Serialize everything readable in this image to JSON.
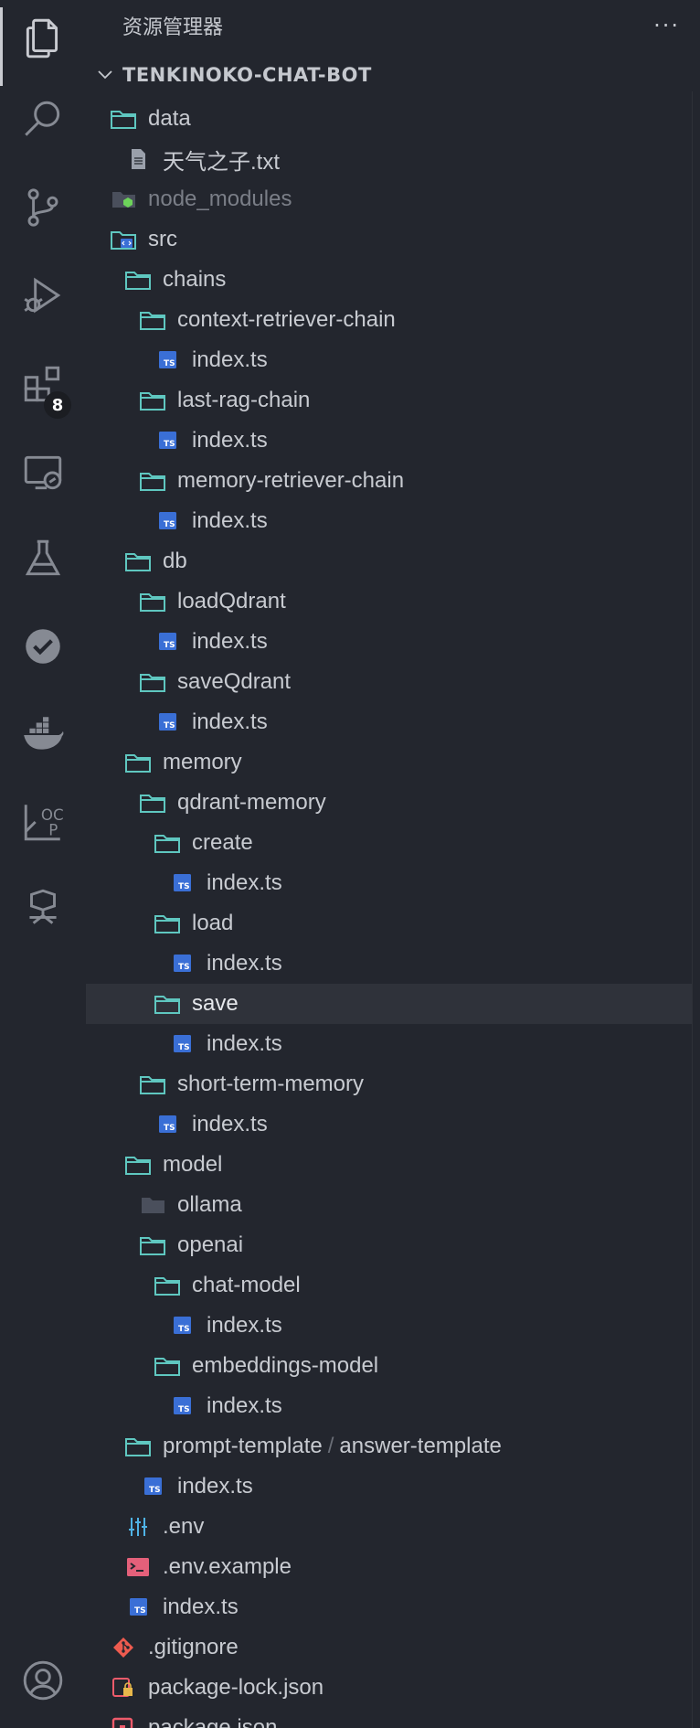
{
  "activity_bar": {
    "items": [
      {
        "icon": "files-icon",
        "active": true
      },
      {
        "icon": "search-icon"
      },
      {
        "icon": "source-control-icon"
      },
      {
        "icon": "run-debug-icon"
      },
      {
        "icon": "extensions-icon",
        "badge": "8"
      },
      {
        "icon": "remote-explorer-icon"
      },
      {
        "icon": "testing-icon"
      },
      {
        "icon": "check-circle-icon"
      },
      {
        "icon": "docker-icon"
      },
      {
        "icon": "openshift-icon"
      },
      {
        "icon": "robot-icon"
      },
      {
        "icon": "account-icon"
      }
    ]
  },
  "explorer": {
    "title": "资源管理器",
    "more": "···",
    "section_title": "TENKINOKO-CHAT-BOT",
    "tree": [
      {
        "label": "data",
        "depth": 0,
        "icon": "folder-open-teal"
      },
      {
        "label": "天气之子.txt",
        "depth": 1,
        "icon": "text-file"
      },
      {
        "label": "node_modules",
        "depth": 0,
        "icon": "node-folder",
        "dim": true
      },
      {
        "label": "src",
        "depth": 0,
        "icon": "src-folder"
      },
      {
        "label": "chains",
        "depth": 1,
        "icon": "folder-open-teal"
      },
      {
        "label": "context-retriever-chain",
        "depth": 2,
        "icon": "folder-open-teal"
      },
      {
        "label": "index.ts",
        "depth": 3,
        "icon": "ts-file"
      },
      {
        "label": "last-rag-chain",
        "depth": 2,
        "icon": "folder-open-teal"
      },
      {
        "label": "index.ts",
        "depth": 3,
        "icon": "ts-file"
      },
      {
        "label": "memory-retriever-chain",
        "depth": 2,
        "icon": "folder-open-teal"
      },
      {
        "label": "index.ts",
        "depth": 3,
        "icon": "ts-file"
      },
      {
        "label": "db",
        "depth": 1,
        "icon": "folder-open-teal"
      },
      {
        "label": "loadQdrant",
        "depth": 2,
        "icon": "folder-open-teal"
      },
      {
        "label": "index.ts",
        "depth": 3,
        "icon": "ts-file"
      },
      {
        "label": "saveQdrant",
        "depth": 2,
        "icon": "folder-open-teal"
      },
      {
        "label": "index.ts",
        "depth": 3,
        "icon": "ts-file"
      },
      {
        "label": "memory",
        "depth": 1,
        "icon": "folder-open-teal"
      },
      {
        "label": "qdrant-memory",
        "depth": 2,
        "icon": "folder-open-teal"
      },
      {
        "label": "create",
        "depth": 3,
        "icon": "folder-open-teal"
      },
      {
        "label": "index.ts",
        "depth": 4,
        "icon": "ts-file"
      },
      {
        "label": "load",
        "depth": 3,
        "icon": "folder-open-teal"
      },
      {
        "label": "index.ts",
        "depth": 4,
        "icon": "ts-file"
      },
      {
        "label": "save",
        "depth": 3,
        "icon": "folder-open-teal",
        "selected": true
      },
      {
        "label": "index.ts",
        "depth": 4,
        "icon": "ts-file"
      },
      {
        "label": "short-term-memory",
        "depth": 2,
        "icon": "folder-open-teal"
      },
      {
        "label": "index.ts",
        "depth": 3,
        "icon": "ts-file"
      },
      {
        "label": "model",
        "depth": 1,
        "icon": "folder-open-teal"
      },
      {
        "label": "ollama",
        "depth": 2,
        "icon": "folder-closed-dark"
      },
      {
        "label": "openai",
        "depth": 2,
        "icon": "folder-open-teal"
      },
      {
        "label": "chat-model",
        "depth": 3,
        "icon": "folder-open-teal"
      },
      {
        "label": "index.ts",
        "depth": 4,
        "icon": "ts-file"
      },
      {
        "label": "embeddings-model",
        "depth": 3,
        "icon": "folder-open-teal"
      },
      {
        "label": "index.ts",
        "depth": 4,
        "icon": "ts-file"
      },
      {
        "label": "prompt-template",
        "label2": "answer-template",
        "separator": "/",
        "depth": 1,
        "icon": "folder-open-teal"
      },
      {
        "label": "index.ts",
        "depth": 2,
        "icon": "ts-file"
      },
      {
        "label": ".env",
        "depth": 1,
        "icon": "env-file"
      },
      {
        "label": ".env.example",
        "depth": 1,
        "icon": "terminal-file"
      },
      {
        "label": "index.ts",
        "depth": 1,
        "icon": "ts-file"
      },
      {
        "label": ".gitignore",
        "depth": 0,
        "icon": "git-file"
      },
      {
        "label": "package-lock.json",
        "depth": 0,
        "icon": "lock-file"
      },
      {
        "label": "package.json",
        "depth": 0,
        "icon": "npm-file"
      }
    ]
  },
  "colors": {
    "background": "#23262e",
    "folder_teal": "#5fc7c0",
    "ts_blue": "#3a6fd6",
    "text": "#c8cbd1"
  }
}
